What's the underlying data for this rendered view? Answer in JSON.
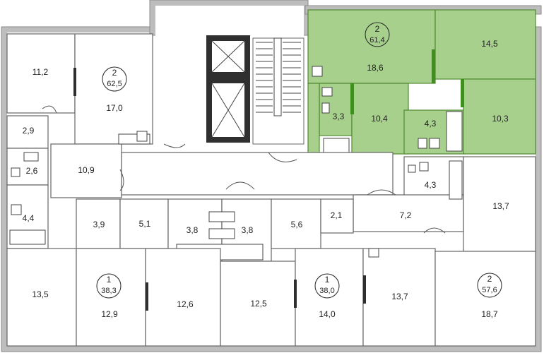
{
  "colors": {
    "highlight_fill": "#a8d08d",
    "highlight_wall": "#3f8f1f",
    "wall": "#bdbdbd",
    "dark_wall": "#2f2f2f"
  },
  "rooms": [
    {
      "id": "r-11-2",
      "label": "11,2"
    },
    {
      "id": "r-17-0",
      "label": "17,0"
    },
    {
      "id": "r-2-9",
      "label": "2,9"
    },
    {
      "id": "r-2-6",
      "label": "2,6"
    },
    {
      "id": "r-10-9",
      "label": "10,9"
    },
    {
      "id": "r-4-4",
      "label": "4,4"
    },
    {
      "id": "r-18-6",
      "label": "18,6",
      "highlighted": true
    },
    {
      "id": "r-14-5",
      "label": "14,5",
      "highlighted": true
    },
    {
      "id": "r-3-3",
      "label": "3,3",
      "highlighted": true
    },
    {
      "id": "r-10-4",
      "label": "10,4",
      "highlighted": true
    },
    {
      "id": "r-4-3a",
      "label": "4,3",
      "highlighted": true
    },
    {
      "id": "r-10-3",
      "label": "10,3",
      "highlighted": true
    },
    {
      "id": "r-4-3b",
      "label": "4,3"
    },
    {
      "id": "r-3-9",
      "label": "3,9"
    },
    {
      "id": "r-5-1",
      "label": "5,1"
    },
    {
      "id": "r-3-8a",
      "label": "3,8"
    },
    {
      "id": "r-3-8b",
      "label": "3,8"
    },
    {
      "id": "r-5-6",
      "label": "5,6"
    },
    {
      "id": "r-2-1",
      "label": "2,1"
    },
    {
      "id": "r-7-2",
      "label": "7,2"
    },
    {
      "id": "r-13-7a",
      "label": "13,7"
    },
    {
      "id": "r-13-5",
      "label": "13,5"
    },
    {
      "id": "r-12-9",
      "label": "12,9"
    },
    {
      "id": "r-12-6",
      "label": "12,6"
    },
    {
      "id": "r-12-5",
      "label": "12,5"
    },
    {
      "id": "r-14-0",
      "label": "14,0"
    },
    {
      "id": "r-13-7b",
      "label": "13,7"
    },
    {
      "id": "r-18-7",
      "label": "18,7"
    }
  ],
  "apartments": [
    {
      "id": "apt-left-top",
      "rooms": "2",
      "area": "62,5"
    },
    {
      "id": "apt-highlighted",
      "rooms": "2",
      "area": "61,4",
      "highlighted": true
    },
    {
      "id": "apt-bottom-left",
      "rooms": "1",
      "area": "38,3"
    },
    {
      "id": "apt-bottom-mid",
      "rooms": "1",
      "area": "38,0"
    },
    {
      "id": "apt-bottom-right",
      "rooms": "2",
      "area": "57,6"
    }
  ]
}
